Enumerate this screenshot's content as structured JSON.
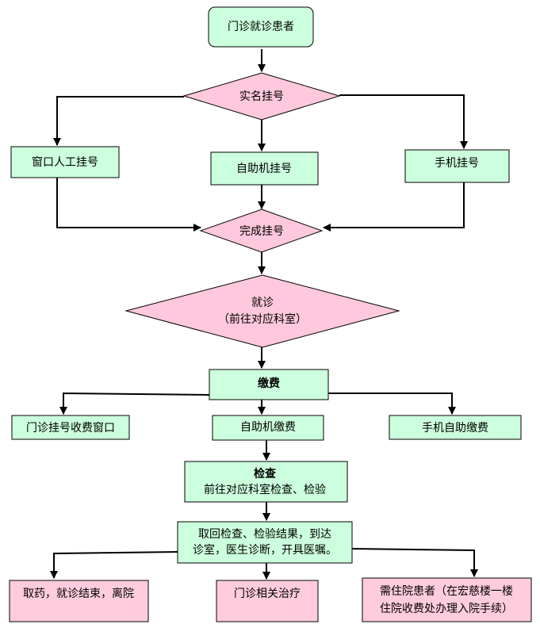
{
  "nodes": {
    "start": "门诊就诊患者",
    "realname": "实名挂号",
    "window_reg": "窗口人工挂号",
    "self_reg": "自助机挂号",
    "mobile_reg": "手机挂号",
    "done_reg": "完成挂号",
    "visit_line1": "就诊",
    "visit_line2": "（前往对应科室）",
    "pay": "缴费",
    "pay_window": "门诊挂号收费窗口",
    "pay_self": "自助机缴费",
    "pay_mobile": "手机自助缴费",
    "exam_title": "检查",
    "exam_desc": "前往对应科室检查、检验",
    "results_line1": "取回检查、检验结果，到达",
    "results_line2": "诊室，医生诊断，开具医嘱。",
    "out_leave": "取药，就诊结束，离院",
    "out_treat": "门诊相关治疗",
    "out_admit_line1": "需住院患者（在宏慈楼一楼",
    "out_admit_line2": "住院收费处办理入院手续）"
  },
  "colors": {
    "process_fill": "#ccffdd",
    "decision_fill": "#ffc8dc",
    "outcome_fill": "#ffccdd",
    "line": "#000000"
  }
}
